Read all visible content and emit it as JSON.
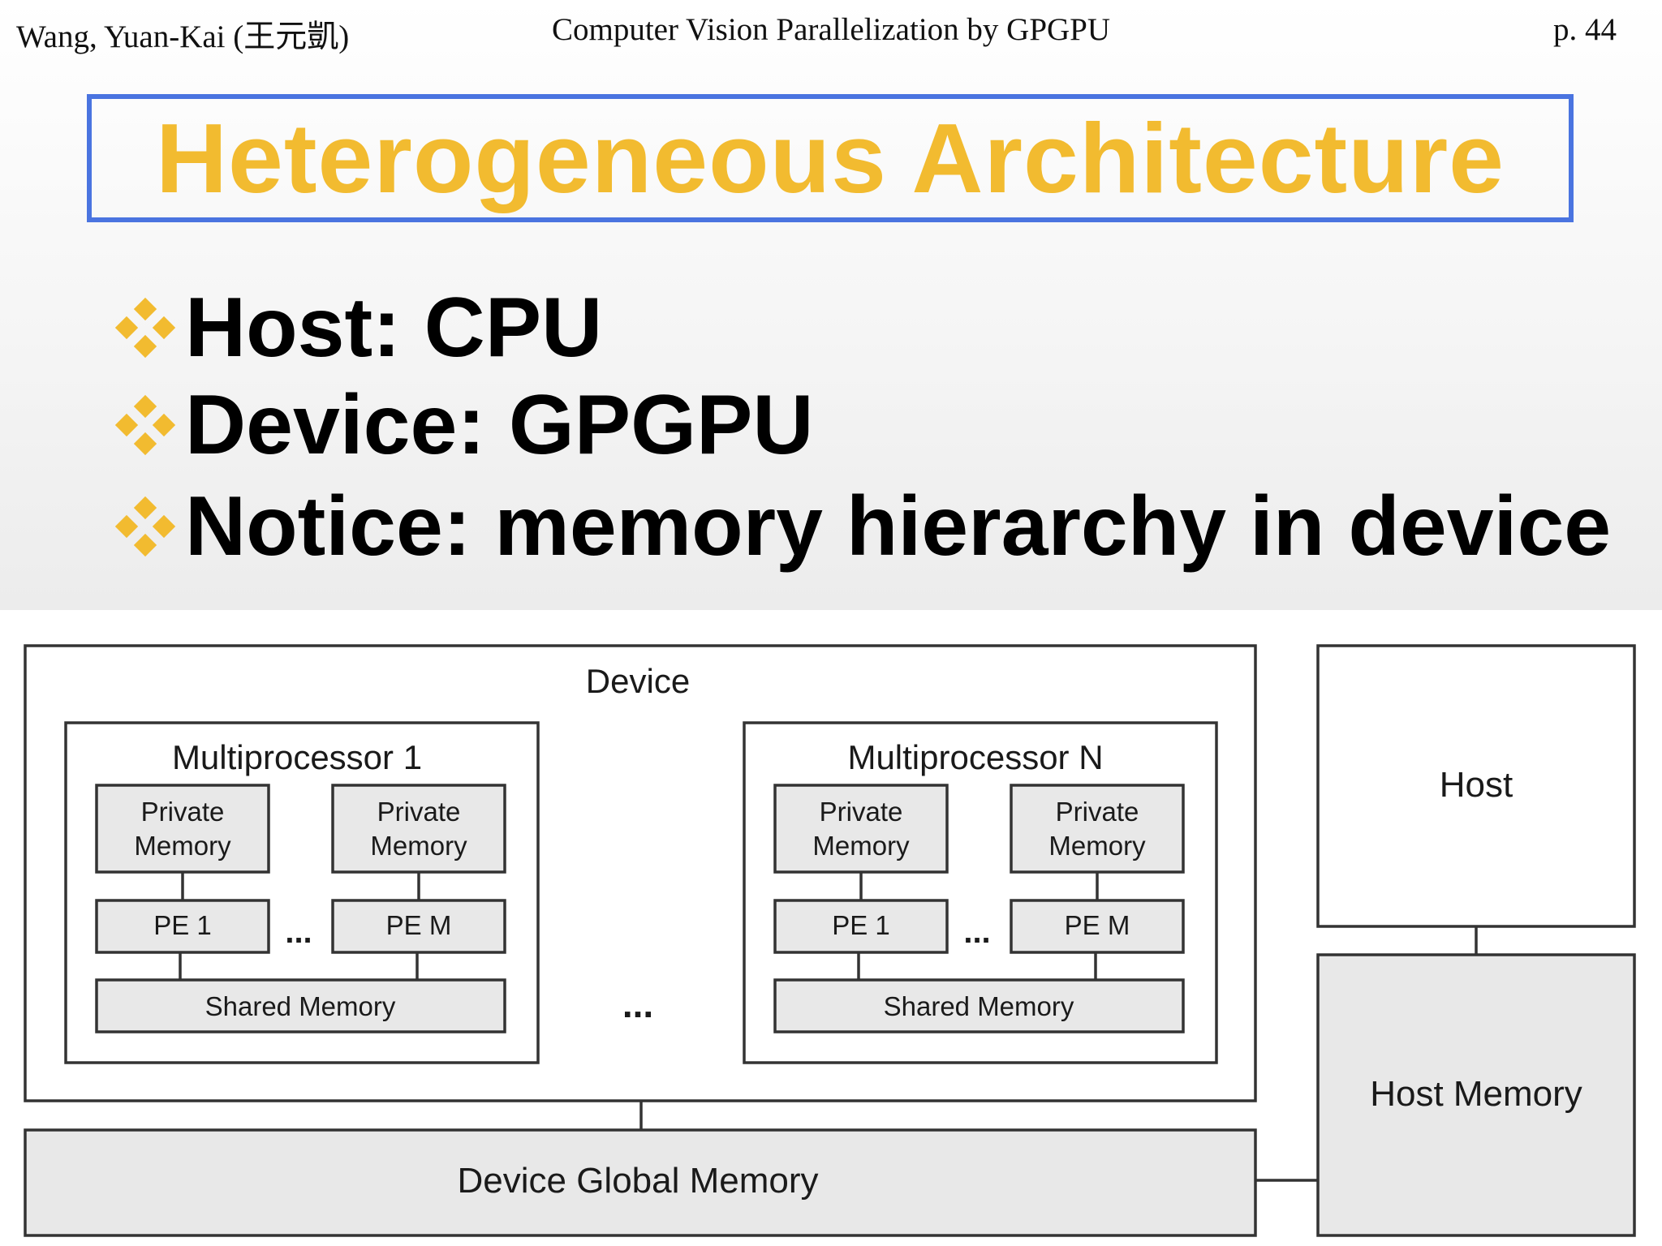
{
  "header": {
    "author": "Wang, Yuan-Kai (王元凱)",
    "course": "Computer Vision Parallelization by GPGPU",
    "page": "p. 44"
  },
  "title": "Heterogeneous Architecture",
  "bullets": [
    {
      "text": "Host: CPU"
    },
    {
      "text": "Device: GPGPU"
    },
    {
      "text": "Notice: memory hierarchy in device"
    }
  ],
  "colors": {
    "title": "#f2bb30",
    "title_border": "#4a74e0",
    "bullet_icon": "#f2bb30"
  },
  "diagram": {
    "device_label": "Device",
    "multiprocessors": [
      {
        "name": "Multiprocessor 1",
        "private_memory": [
          "Private\nMemory",
          "Private\nMemory"
        ],
        "pes": [
          "PE 1",
          "PE M"
        ],
        "pe_ellipsis": "...",
        "shared_memory": "Shared Memory"
      },
      {
        "name": "Multiprocessor N",
        "private_memory": [
          "Private\nMemory",
          "Private\nMemory"
        ],
        "pes": [
          "PE 1",
          "PE M"
        ],
        "pe_ellipsis": "...",
        "shared_memory": "Shared Memory"
      }
    ],
    "mp_ellipsis": "...",
    "global_memory": "Device Global Memory",
    "host": "Host",
    "host_memory": "Host Memory"
  }
}
